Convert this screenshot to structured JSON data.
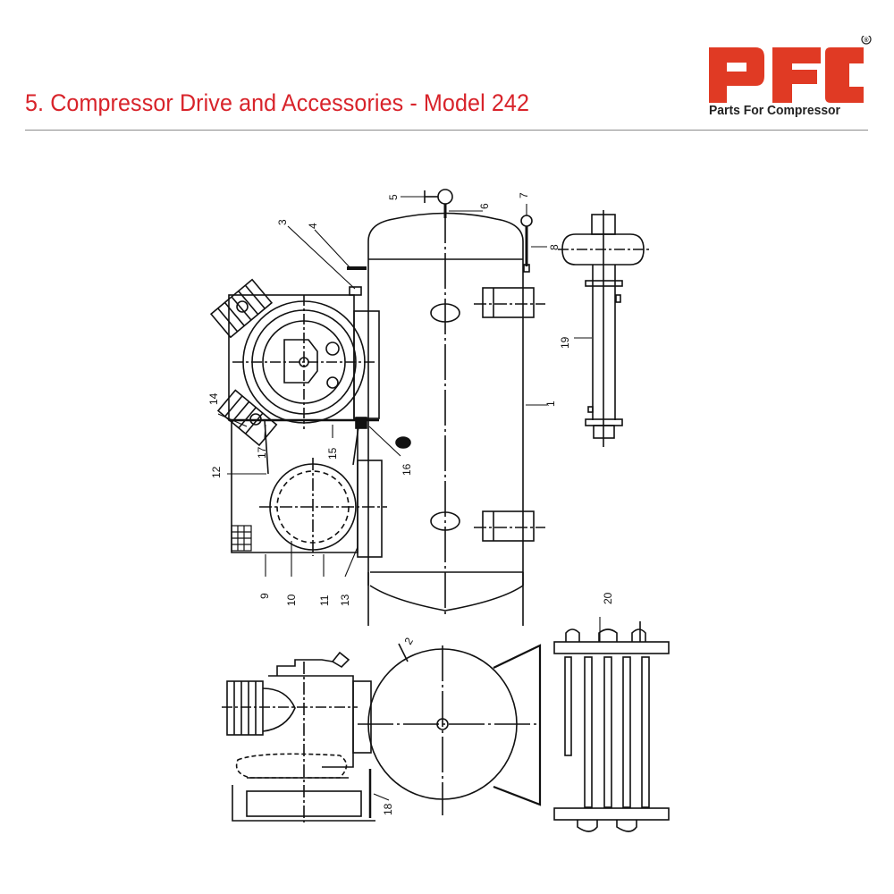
{
  "header": {
    "title": "5. Compressor Drive and Accessories - Model 242",
    "brand_logo_text": "PFC",
    "brand_tagline": "Parts For Compressor",
    "registered_mark": "®",
    "title_color": "#d8232a",
    "logo_color": "#e03a24"
  },
  "diagram": {
    "views": [
      "front-elevation",
      "pipe-detail",
      "side-elevation",
      "cooler-coil-detail"
    ],
    "callouts": [
      {
        "id": "1",
        "label": "1"
      },
      {
        "id": "2",
        "label": "2"
      },
      {
        "id": "3",
        "label": "3"
      },
      {
        "id": "4",
        "label": "4"
      },
      {
        "id": "5",
        "label": "5"
      },
      {
        "id": "6",
        "label": "6"
      },
      {
        "id": "7",
        "label": "7"
      },
      {
        "id": "8",
        "label": "8"
      },
      {
        "id": "9",
        "label": "9"
      },
      {
        "id": "10",
        "label": "10"
      },
      {
        "id": "11",
        "label": "11"
      },
      {
        "id": "12",
        "label": "12"
      },
      {
        "id": "13",
        "label": "13"
      },
      {
        "id": "14",
        "label": "14"
      },
      {
        "id": "15",
        "label": "15"
      },
      {
        "id": "16",
        "label": "16"
      },
      {
        "id": "17",
        "label": "17"
      },
      {
        "id": "18",
        "label": "18"
      },
      {
        "id": "19",
        "label": "19"
      },
      {
        "id": "20",
        "label": "20"
      }
    ]
  }
}
